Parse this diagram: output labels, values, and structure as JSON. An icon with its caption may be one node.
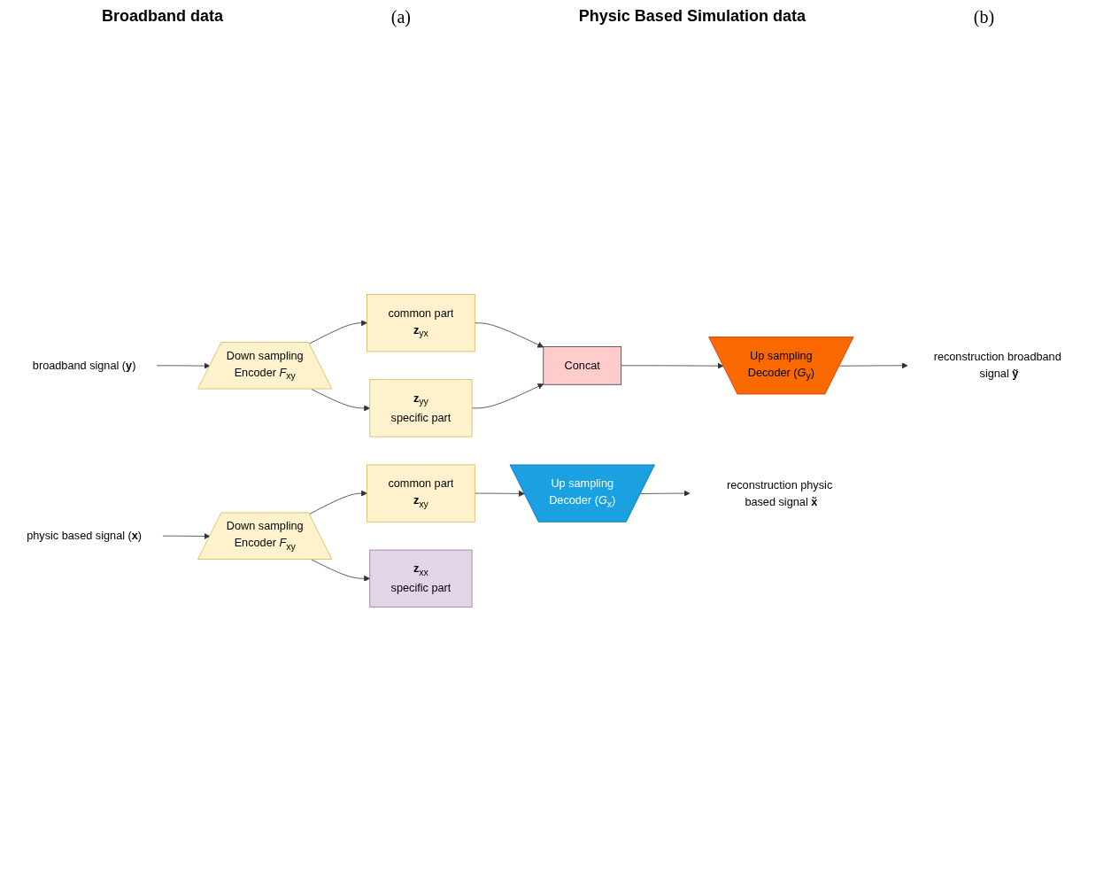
{
  "diagram": {
    "nodes": [
      {
        "text": [
          "broadband signal (**y**)"
        ]
      },
      {
        "text": [
          "Down sampling",
          "Encoder *F*$_{xy}$"
        ]
      },
      {
        "text": [
          "common part",
          "**z**$_{yx}$"
        ]
      },
      {
        "text": [
          "**z**$_{yy}$",
          "specific part"
        ]
      },
      {
        "text": [
          "Concat"
        ]
      },
      {
        "text": [
          "Up sampling",
          "Decoder (*G*$_{y}$)"
        ]
      },
      {
        "text": [
          "reconstruction broadband signal **ỹ**"
        ]
      },
      {
        "text": [
          "physic based signal (**x**)"
        ]
      },
      {
        "text": [
          "Down sampling",
          "Encoder *F*$_{xy}$"
        ]
      },
      {
        "text": [
          "common part",
          "**z**$_{xy}$"
        ]
      },
      {
        "text": [
          "**z**$_{xx}$",
          "specific part"
        ]
      },
      {
        "text": [
          "Up sampling",
          "Decoder (*G*$_{x}$)"
        ]
      },
      {
        "text": [
          "reconstruction physic based signal **x̃**"
        ]
      }
    ],
    "edges": [
      {
        "from": 0,
        "to": 1,
        "arrow": "to"
      },
      {
        "from": 1,
        "to": 2,
        "arrow": "to"
      },
      {
        "from": 1,
        "to": 3,
        "arrow": "to"
      },
      {
        "from": 2,
        "to": 4,
        "arrow": "to"
      },
      {
        "from": 3,
        "to": 4,
        "arrow": "to"
      },
      {
        "from": 4,
        "to": 5,
        "arrow": "to"
      },
      {
        "from": 5,
        "to": 6,
        "arrow": "to"
      },
      {
        "from": 7,
        "to": 8,
        "arrow": "to"
      },
      {
        "from": 8,
        "to": 9,
        "arrow": "to"
      },
      {
        "from": 8,
        "to": 10,
        "arrow": "to"
      },
      {
        "from": 9,
        "to": 11,
        "arrow": "to"
      },
      {
        "from": 11,
        "to": 12,
        "arrow": "to"
      }
    ],
    "labels": [
      "Broadband data",
      "(a)",
      "Physic Based Simulation data",
      "(b)"
    ]
  }
}
